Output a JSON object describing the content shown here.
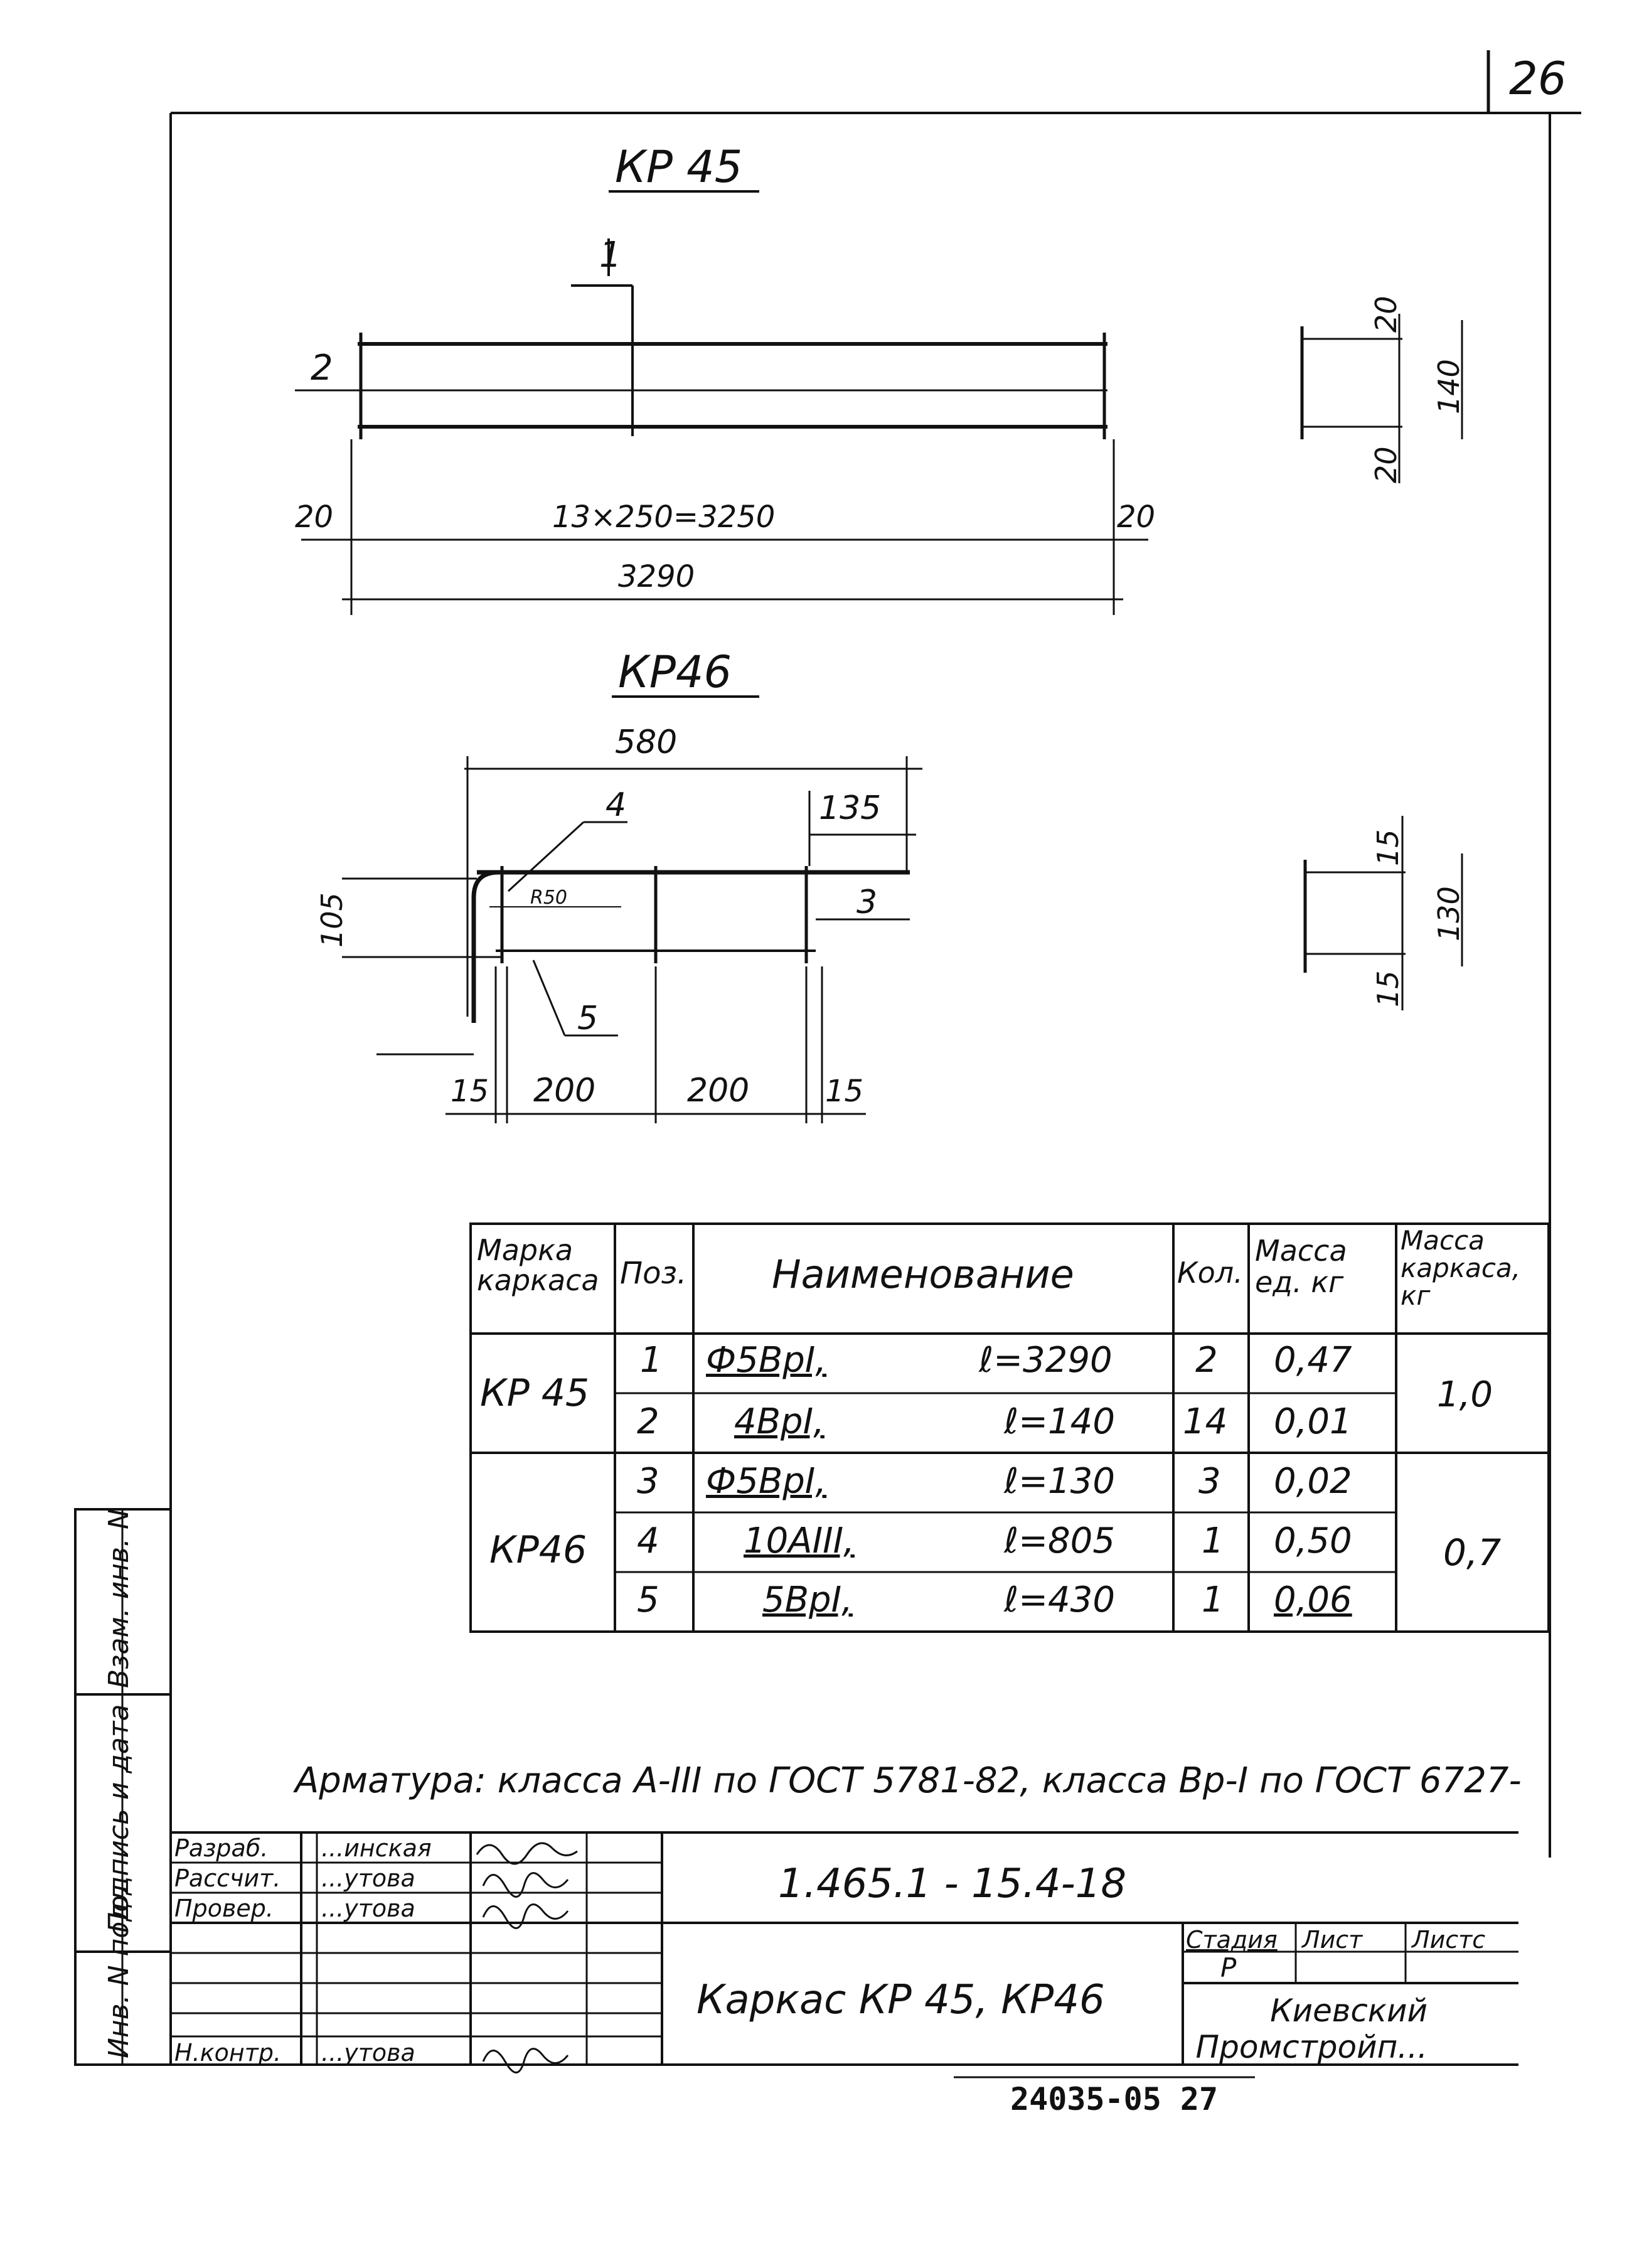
{
  "sheet": {
    "page_number": "26",
    "footer_code": "24035-05 27"
  },
  "drawing_kp45": {
    "title": "КР 45",
    "pos1": "1",
    "pos2": "2",
    "dim_left": "20",
    "dim_span": "13×250=3250",
    "dim_right": "20",
    "dim_total": "3290",
    "section_top": "20",
    "section_height": "140",
    "section_bottom": "20"
  },
  "drawing_kp46": {
    "title": "КР46",
    "dim_total": "580",
    "pos4": "4",
    "dim_right": "135",
    "radius": "R50",
    "pos3": "3",
    "dim_left_vert": "105",
    "pos5": "5",
    "dim_a": "15",
    "dim_b": "200",
    "dim_c": "200",
    "dim_d": "15",
    "section_top": "15",
    "section_height": "130",
    "section_bottom": "15"
  },
  "spec_table": {
    "headers": {
      "mark": "Марка каркаса",
      "pos": "Поз.",
      "name": "Наименование",
      "qty": "Кол.",
      "mass_unit": "Масса ед. кг",
      "mass_frame": "Масса каркаса, кг"
    },
    "groups": [
      {
        "mark": "КР 45",
        "mass_frame": "1,0",
        "rows": [
          {
            "pos": "1",
            "name": "Ф5ВрI,",
            "len": "ℓ=3290",
            "qty": "2",
            "mass": "0,47"
          },
          {
            "pos": "2",
            "name": "4ВрI,",
            "len": "ℓ=140",
            "qty": "14",
            "mass": "0,01"
          }
        ]
      },
      {
        "mark": "КР46",
        "mass_frame": "0,7",
        "rows": [
          {
            "pos": "3",
            "name": "Ф5ВрI,",
            "len": "ℓ=130",
            "qty": "3",
            "mass": "0,02"
          },
          {
            "pos": "4",
            "name": "10АIII,",
            "len": "ℓ=805",
            "qty": "1",
            "mass": "0,50"
          },
          {
            "pos": "5",
            "name": "5ВрI,",
            "len": "ℓ=430",
            "qty": "1",
            "mass": "0,06"
          }
        ]
      }
    ]
  },
  "note": "Арматура: класса А-III по ГОСТ 5781-82, класса Вр-I по ГОСТ 6727-",
  "side_stamp": {
    "inv_podl": "Инв. N подл.",
    "podpis": "Подпись и дата",
    "vzam": "Взам. инв. N"
  },
  "title_block": {
    "roles": [
      {
        "role": "Разраб.",
        "name": "...инская"
      },
      {
        "role": "Рассчит.",
        "name": "...утова"
      },
      {
        "role": "Провер.",
        "name": "...утова"
      },
      {
        "role": "Н.контр.",
        "name": "...утова"
      }
    ],
    "doc_code": "1.465.1 - 15.4-18",
    "title": "Каркас КР 45, КР46",
    "stage_label": "Стадия",
    "sheet_label": "Лист",
    "sheets_label": "Листс",
    "stage_value": "Р",
    "org": "Киевский Промстройп..."
  }
}
